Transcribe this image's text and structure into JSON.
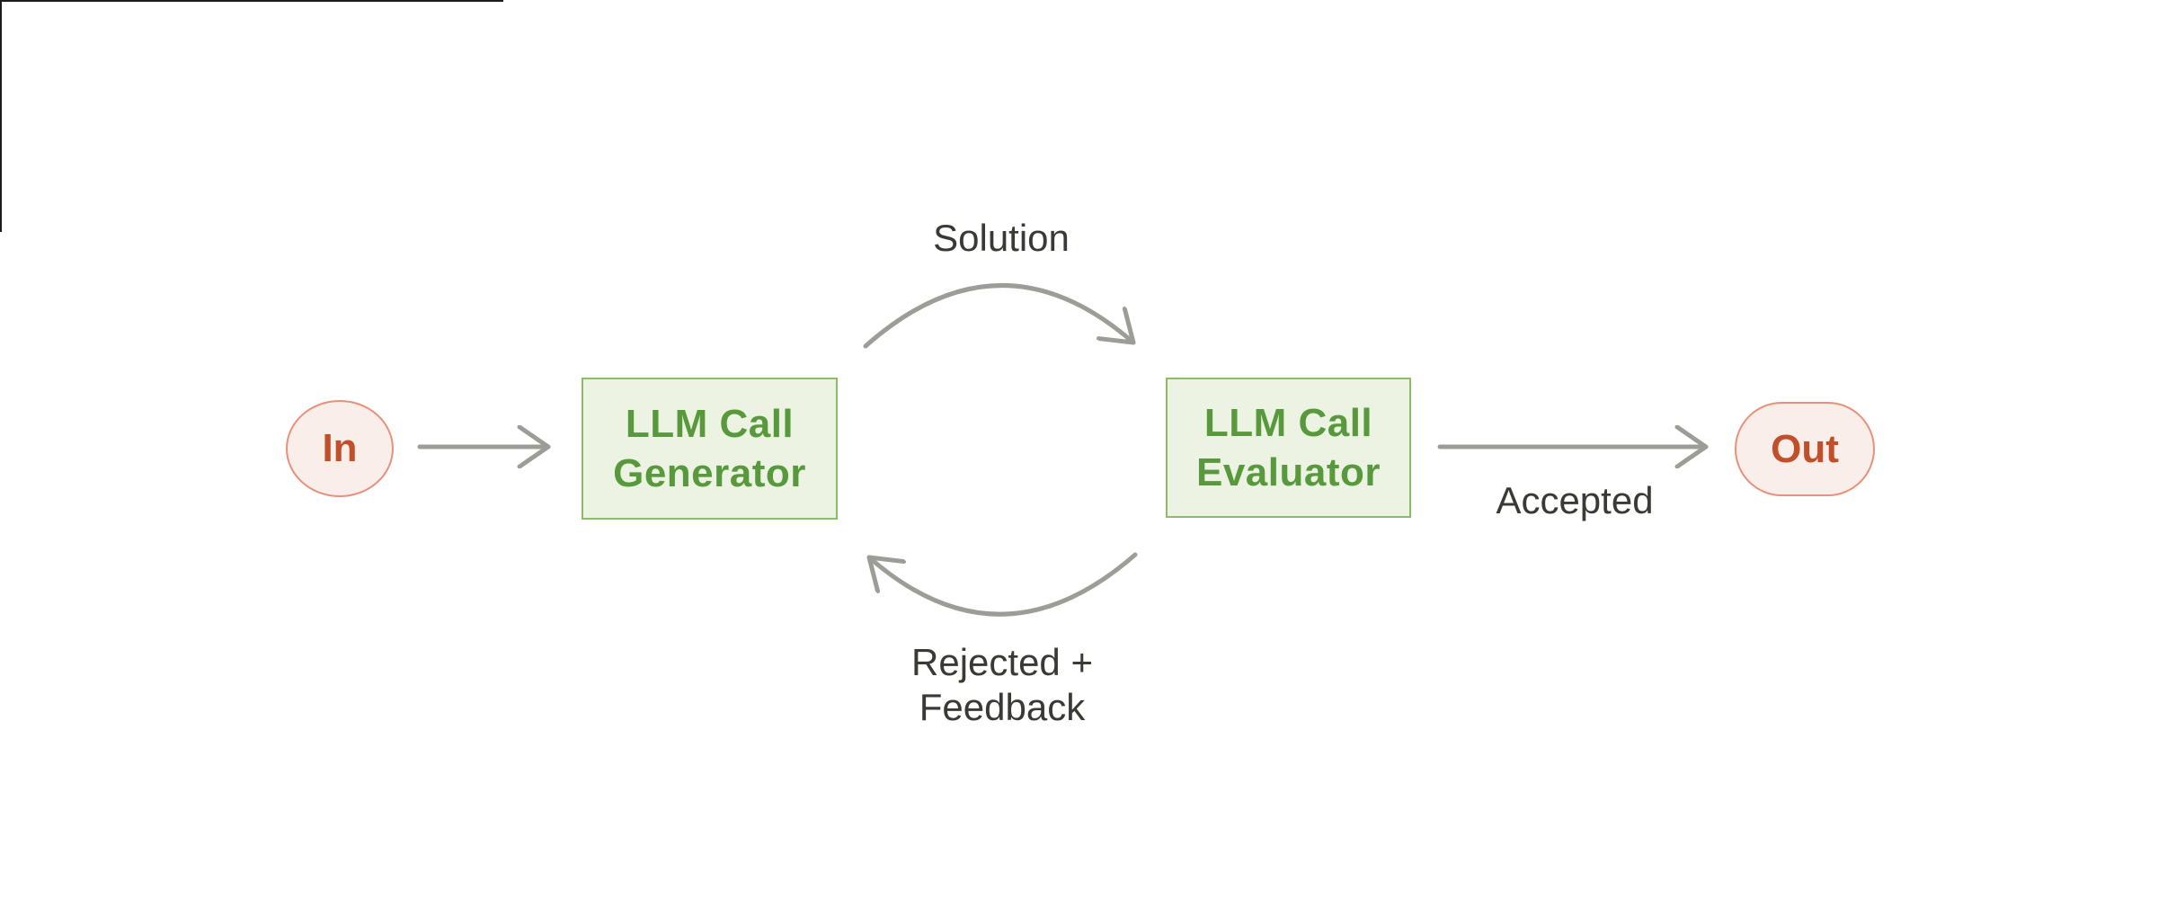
{
  "diagram": {
    "nodes": {
      "input": {
        "label": "In"
      },
      "generator": {
        "label_line1": "LLM Call",
        "label_line2": "Generator"
      },
      "evaluator": {
        "label_line1": "LLM Call",
        "label_line2": "Evaluator"
      },
      "output": {
        "label": "Out"
      }
    },
    "edges": {
      "solution": {
        "label": "Solution"
      },
      "accepted": {
        "label": "Accepted"
      },
      "rejected": {
        "label_line1": "Rejected +",
        "label_line2": "Feedback"
      }
    }
  },
  "colors": {
    "terminal_fill": "#faeeea",
    "terminal_border": "#e8907a",
    "terminal_text": "#c04f2a",
    "process_fill": "#edf3e2",
    "process_border": "#8abd65",
    "process_text": "#57993c",
    "arrow": "#9d9d98",
    "label_text": "#3a3a34"
  }
}
